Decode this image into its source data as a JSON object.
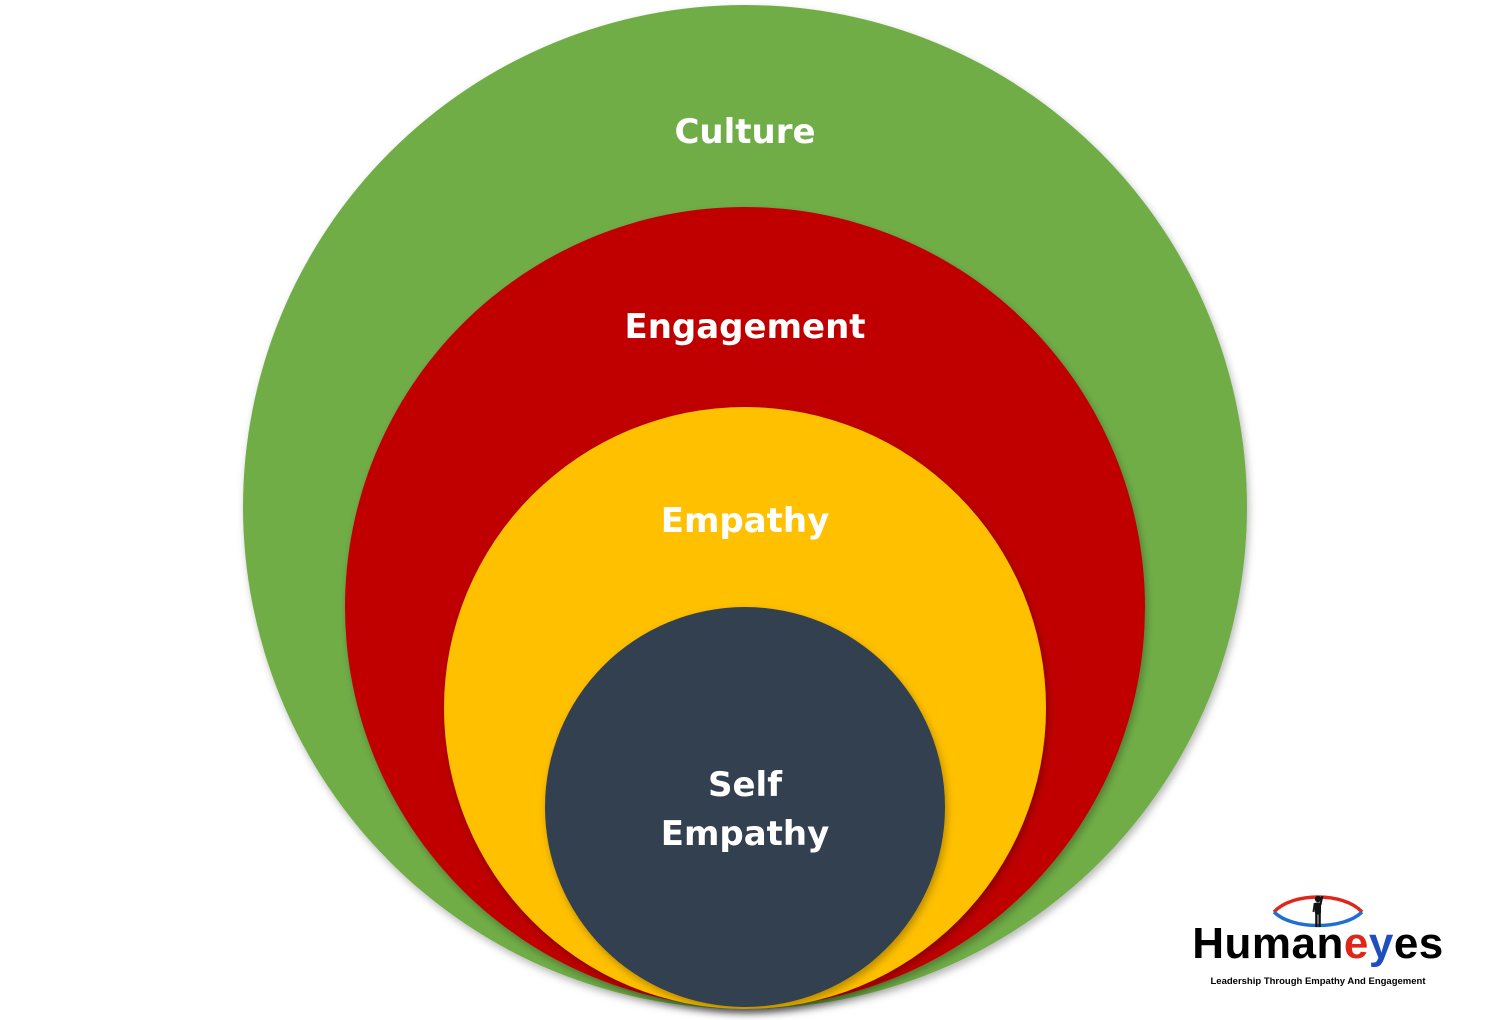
{
  "layers": [
    {
      "label_lines": [
        "Culture"
      ],
      "color": "#70ad47"
    },
    {
      "label_lines": [
        "Engagement"
      ],
      "color": "#c00000"
    },
    {
      "label_lines": [
        "Empathy"
      ],
      "color": "#ffc000"
    },
    {
      "label_lines": [
        "Self",
        "Empathy"
      ],
      "color": "#333f50"
    }
  ],
  "logo": {
    "word_parts": [
      "Human",
      "e",
      "y",
      "es"
    ],
    "word_colors": [
      "#000000",
      "#e0261b",
      "#1f4fbf",
      "#000000"
    ],
    "tagline": "Leadership Through Empathy And Engagement",
    "ring_colors": [
      "#e0261b",
      "#1f6fd1"
    ]
  }
}
